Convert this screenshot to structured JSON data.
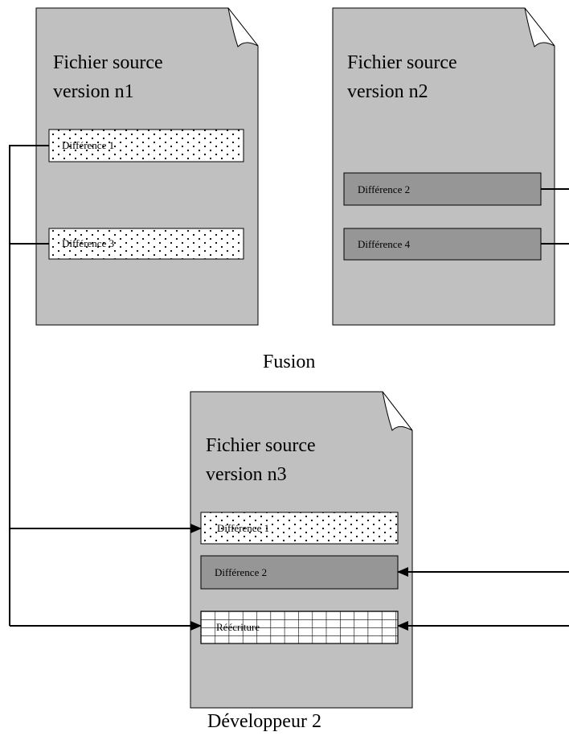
{
  "documents": {
    "v1": {
      "title_line1": "Fichier source",
      "title_line2": "version n1"
    },
    "v2": {
      "title_line1": "Fichier source",
      "title_line2": "version n2"
    },
    "v3": {
      "title_line1": "Fichier source",
      "title_line2": "version n3"
    }
  },
  "blocks": {
    "v1_diff1": "Différence 1",
    "v1_diff3": "Différence 3",
    "v2_diff2": "Différence 2",
    "v2_diff4": "Différence 4",
    "v3_diff1": "Différence 1",
    "v3_diff2": "Différence 2",
    "v3_rewrite": "Réécriture"
  },
  "captions": {
    "fusion": "Fusion",
    "developer": "Développeur 2"
  },
  "colors": {
    "page_fill": "#c0c0c0",
    "dark_block": "#969696",
    "stroke": "#000000"
  }
}
